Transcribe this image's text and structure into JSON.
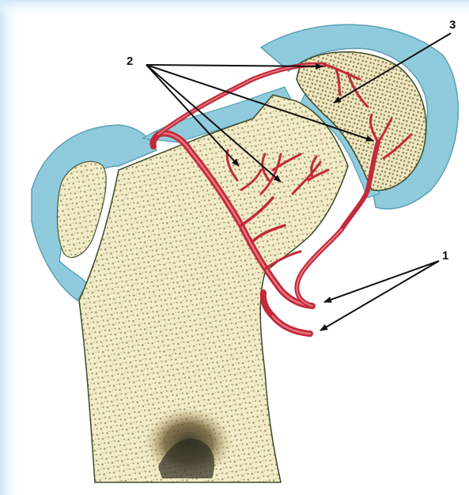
{
  "labels": {
    "vessels_entering": "1",
    "branches": "2",
    "epiphyseal_plate": "3"
  },
  "colors": {
    "cartilage": "#8fcbdc",
    "bone_light": "#f2ecc8",
    "trabecula": "#8a7a4a",
    "vessel": "#c22a3a",
    "vessel_highlight": "#f08a92",
    "arrow": "#111111",
    "frame_glow": "#d8ecf8"
  }
}
